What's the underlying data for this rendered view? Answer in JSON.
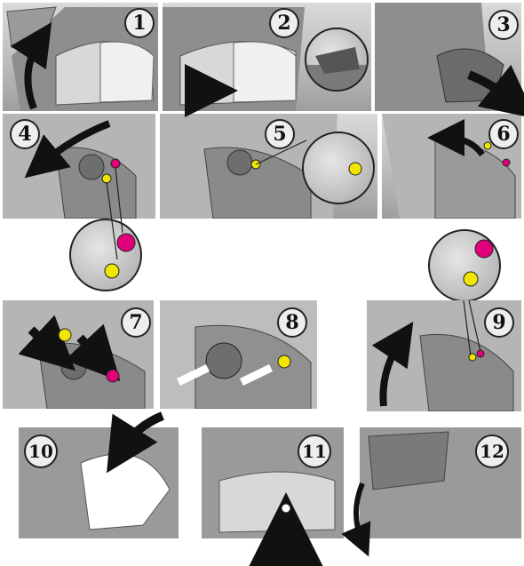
{
  "steps": {
    "s1": "1",
    "s2": "2",
    "s3": "3",
    "s4": "4",
    "s5": "5",
    "s6": "6",
    "s7": "7",
    "s8": "8",
    "s9": "9",
    "s10": "10",
    "s11": "11",
    "s12": "12"
  },
  "colors": {
    "yellow_dot": "#f2e600",
    "magenta_dot": "#e0007a",
    "arrow_black": "#111111",
    "arrow_white": "#ffffff"
  },
  "icons": [
    "arrow-icon",
    "curved-arrow-icon",
    "white-arrow-icon"
  ]
}
